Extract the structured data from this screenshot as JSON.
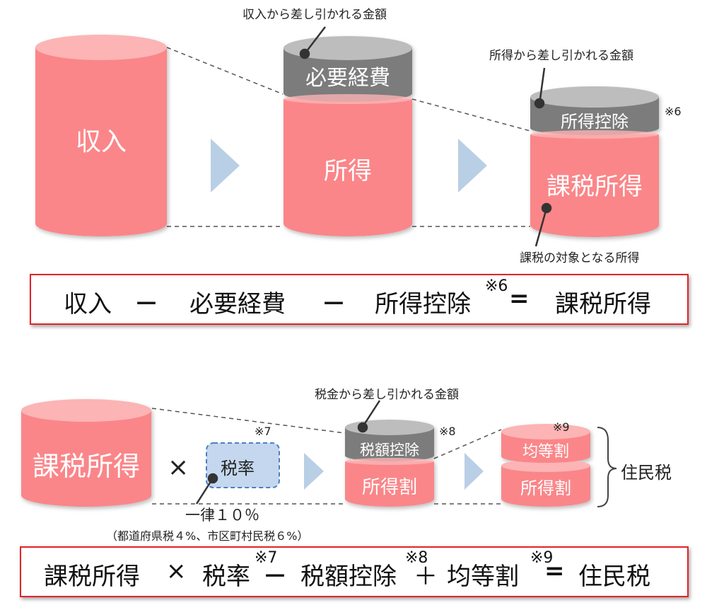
{
  "top": {
    "income": "収入",
    "expenses": "必要経費",
    "shotoku": "所得",
    "deduction": "所得控除",
    "taxable": "課税所得",
    "note_expenses": "収入から差し引かれる金額",
    "note_deduction": "所得から差し引かれる金額",
    "note_taxable": "課税の対象となる所得",
    "mark_6": "※6"
  },
  "formula1": {
    "t1": "収入",
    "op1": "－",
    "t2": "必要経費",
    "op2": "－",
    "t3": "所得控除",
    "sup": "※6",
    "eq": "=",
    "t4": "課税所得"
  },
  "bottom": {
    "taxable": "課税所得",
    "times": "×",
    "rate": "税率",
    "mark_7": "※7",
    "flat": "一律１０％",
    "flat_detail": "（都道府県税４%、市区町村民税６%）",
    "note_credit": "税金から差し引かれる金額",
    "credit": "税額控除",
    "shotoku_wari": "所得割",
    "mark_8": "※8",
    "kinto": "均等割",
    "shotoku_wari2": "所得割",
    "mark_9": "※9",
    "result": "住民税"
  },
  "formula2": {
    "t1": "課税所得",
    "op1": "×",
    "t2": "税率",
    "sup1": "※7",
    "op2": "－",
    "t3": "税額控除",
    "sup2": "※8",
    "op3": "＋",
    "t4": "均等割",
    "sup3": "※9",
    "eq": "=",
    "t5": "住民税"
  },
  "colors": {
    "pink": "#fa8689",
    "pink_top": "#fcb4b5",
    "gray": "#7b7b7b",
    "gray_top": "#bdbdbd",
    "arrow": "#b9cfe5",
    "rate_fill": "#c4d7ee",
    "rate_border": "#4d7fc2",
    "box_border": "#e0242a"
  }
}
